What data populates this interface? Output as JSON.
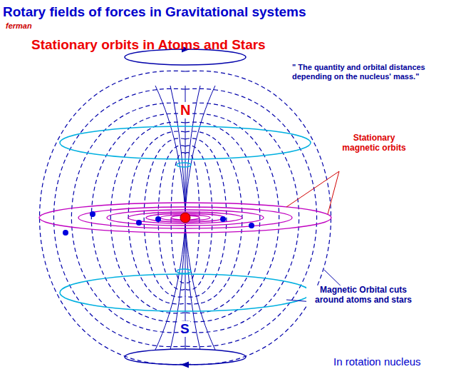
{
  "diagram": {
    "title": "Rotary fields of forces in Gravitational systems",
    "labels": [
      "ferman",
      "Stationary orbits in Atoms and Stars",
      "\" The quantity and orbital distances depending on the nucleus' mass.\"",
      "N",
      "S",
      "Stationary magnetic orbits",
      "Magnetic Orbital cuts around atoms and stars",
      "In rotation nucleus"
    ]
  }
}
